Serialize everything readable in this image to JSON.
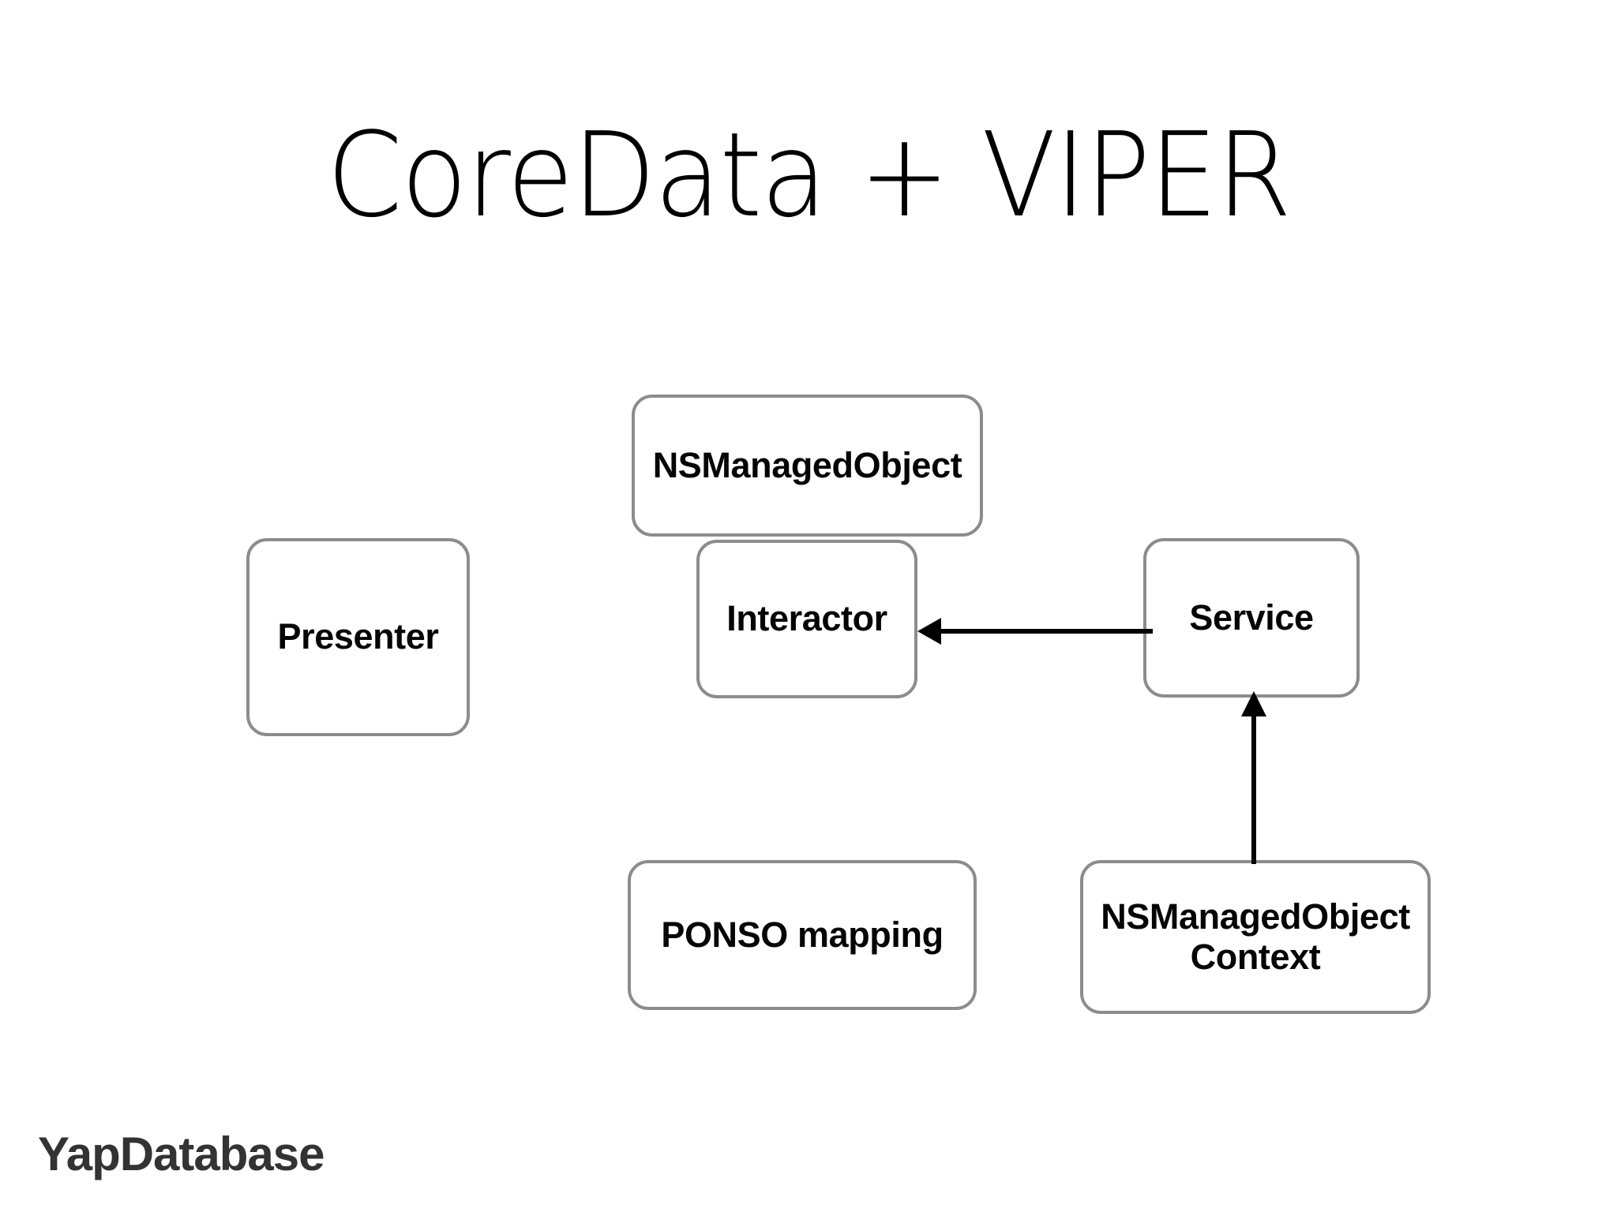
{
  "slide": {
    "title": "CoreData + VIPER",
    "background_color": "#ffffff",
    "footer_brand": "YapDatabase",
    "footer_color": "#333333"
  },
  "diagram": {
    "box_border_color": "#8c8c8c",
    "box_fill_color": "#ffffff",
    "text_color": "#050505",
    "arrow_color": "#000000",
    "nodes": [
      {
        "id": "nsmanagedobject",
        "label": "NSManagedObject"
      },
      {
        "id": "presenter",
        "label": "Presenter"
      },
      {
        "id": "interactor",
        "label": "Interactor"
      },
      {
        "id": "service",
        "label": "Service"
      },
      {
        "id": "ponso",
        "label": "PONSO mapping"
      },
      {
        "id": "momcontext",
        "label": "NSManagedObject\nContext"
      }
    ],
    "edges": [
      {
        "id": "service-to-interactor",
        "from": "service",
        "to": "interactor",
        "direction": "left"
      },
      {
        "id": "context-to-service",
        "from": "momcontext",
        "to": "service",
        "direction": "up"
      }
    ]
  }
}
